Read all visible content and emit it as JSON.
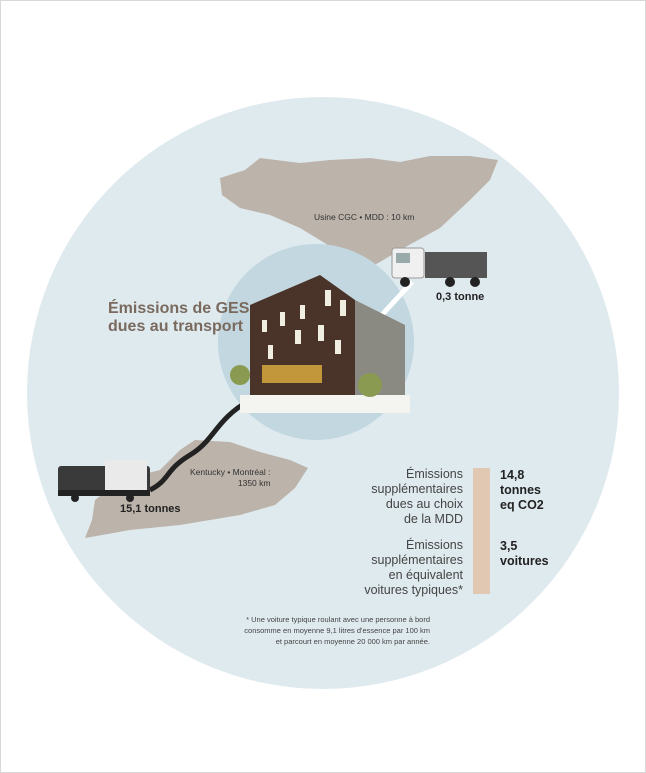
{
  "title": {
    "line1": "Émissions de GES",
    "line2": "dues au transport"
  },
  "truck_route": {
    "label": "Usine CGC • MDD : 10 km",
    "emissions": "0,3 tonne"
  },
  "train_route": {
    "label_line1": "Kentucky • Montréal :",
    "label_line2": "1350 km",
    "emissions": "15,1 tonnes"
  },
  "stats": [
    {
      "label": [
        "Émissions",
        "supplémentaires",
        "dues au choix",
        "de la MDD"
      ],
      "value": [
        "14,8",
        "tonnes",
        "eq CO2"
      ]
    },
    {
      "label": [
        "Émissions",
        "supplémentaires",
        "en équivalent",
        "voitures typiques*"
      ],
      "value": [
        "3,5",
        "voitures"
      ]
    }
  ],
  "footnote": [
    "* Une voiture typique roulant avec une personne à bord",
    "consomme en moyenne 9,1 litres d'essence par 100 km",
    "et parcourt en moyenne 20 000 km par année."
  ],
  "colors": {
    "circle": "#dfeaef",
    "inner": "#c2d7e0",
    "land": "#bcb3aa",
    "bar": "#e0c8b2",
    "title": "#7a6a5e"
  }
}
